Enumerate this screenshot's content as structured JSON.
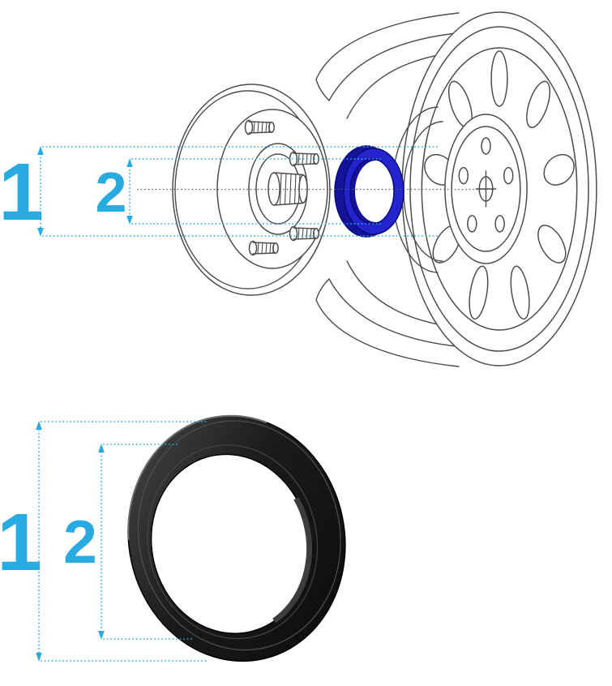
{
  "colors": {
    "background": "#ffffff",
    "dimension_accent": "#29ABE2",
    "line_art": "#4d4d4d",
    "highlight_ring_blue": "#2424CE",
    "highlight_ring_blue_dark": "#14149B",
    "physical_ring_dark": "#1c1c1c"
  },
  "top_diagram": {
    "outer_diameter_label": "1",
    "inner_diameter_label": "2"
  },
  "bottom_diagram": {
    "outer_diameter_label": "1",
    "inner_diameter_label": "2"
  }
}
